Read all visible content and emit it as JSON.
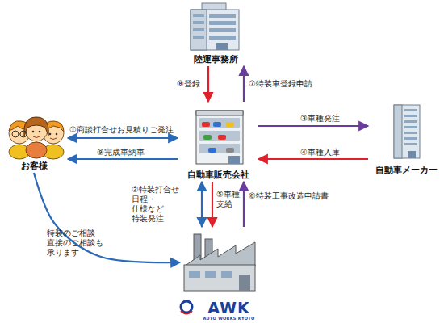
{
  "diagram": {
    "nodes": [
      {
        "text": [
          "陸運事務所"
        ]
      },
      {
        "text": [
          "お客様"
        ]
      },
      {
        "text": [
          "自動車販売会社"
        ]
      },
      {
        "text": [
          "自動車メーカー"
        ]
      },
      {
        "text": [
          "AWK",
          "AUTO WORKS KYOTO"
        ]
      }
    ],
    "edges": [
      {
        "from": 1,
        "to": 2,
        "arrow": "both",
        "label": "①商談打合せお見積りご発注"
      },
      {
        "from": 2,
        "to": 4,
        "arrow": "both",
        "label": "②特装打合せ 日程・仕様など 特装発注"
      },
      {
        "from": 2,
        "to": 3,
        "arrow": "to",
        "label": "③車種発注"
      },
      {
        "from": 3,
        "to": 2,
        "arrow": "to",
        "label": "④車種入庫"
      },
      {
        "from": 2,
        "to": 4,
        "arrow": "to",
        "label": "⑤車種 支給"
      },
      {
        "from": 4,
        "to": 2,
        "arrow": "to",
        "label": "⑥特装工事改造申請書"
      },
      {
        "from": 2,
        "to": 0,
        "arrow": "to",
        "label": "⑦特装車登録申請"
      },
      {
        "from": 0,
        "to": 2,
        "arrow": "to",
        "label": "⑧登録"
      },
      {
        "from": 2,
        "to": 1,
        "arrow": "to",
        "label": "⑨完成車納車"
      },
      {
        "from": 1,
        "to": 4,
        "arrow": "to",
        "label": "特装のご相談 直接のご相談も 承ります"
      }
    ]
  }
}
